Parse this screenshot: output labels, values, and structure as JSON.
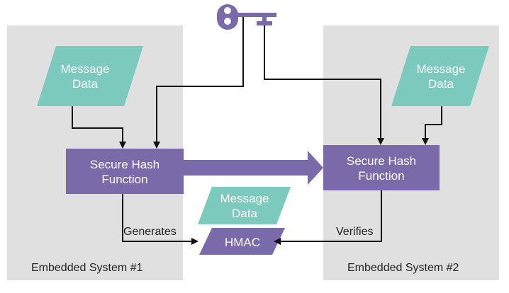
{
  "left_system": {
    "label": "Embedded System #1",
    "message_line1": "Message",
    "message_line2": "Data",
    "hash_line1": "Secure Hash",
    "hash_line2": "Function",
    "edge_label": "Generates"
  },
  "right_system": {
    "label": "Embedded System #2",
    "message_line1": "Message",
    "message_line2": "Data",
    "hash_line1": "Secure Hash",
    "hash_line2": "Function",
    "edge_label": "Verifies"
  },
  "center": {
    "message_line1": "Message",
    "message_line2": "Data",
    "hmac_label": "HMAC"
  },
  "icons": {
    "key": "key-icon"
  },
  "colors": {
    "panel": "#e0e0e0",
    "teal": "#7cc9bd",
    "purple": "#7b6aaa",
    "line": "#111111"
  }
}
